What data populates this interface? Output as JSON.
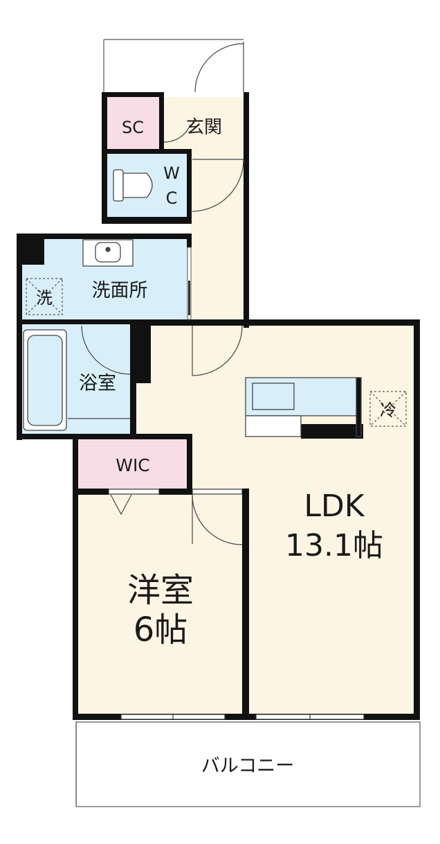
{
  "rooms": {
    "sc": "SC",
    "genkan": "玄関",
    "wc_w": "W",
    "wc_c": "C",
    "senmenjo": "洗面所",
    "sen": "洗",
    "yokushitsu": "浴室",
    "wic": "WIC",
    "ldk_name": "LDK",
    "ldk_size": "13.1帖",
    "yoshitsu_name": "洋室",
    "yoshitsu_size": "6帖",
    "rei": "冷",
    "balcony": "バルコニー"
  },
  "colors": {
    "wall": "#111111",
    "floor_wood": "#fdf5e4",
    "floor_wet": "#d8eff9",
    "floor_storage": "#f8dde6",
    "balcony": "#ffffff"
  }
}
